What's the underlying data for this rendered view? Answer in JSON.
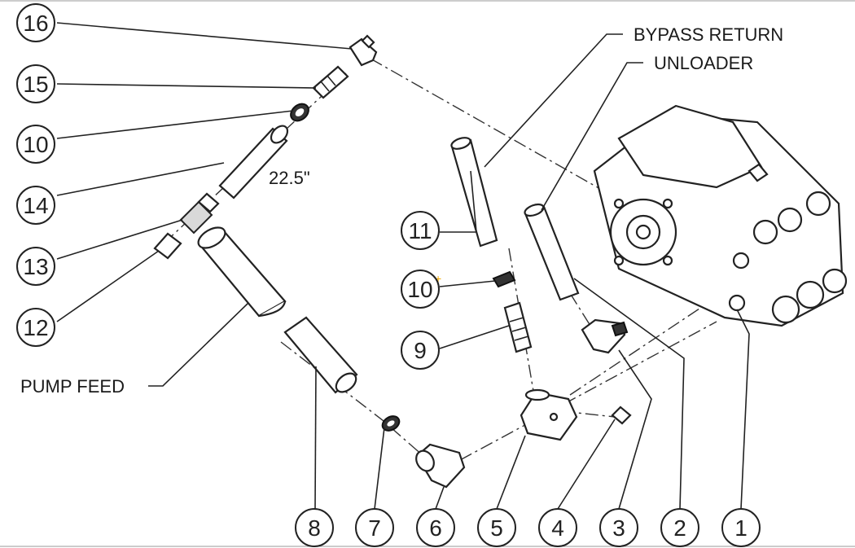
{
  "callouts": [
    "16",
    "15",
    "10",
    "14",
    "13",
    "12",
    "11",
    "10",
    "9",
    "8",
    "7",
    "6",
    "5",
    "4",
    "3",
    "2",
    "1"
  ],
  "labels": {
    "bypass_return": "BYPASS RETURN",
    "unloader": "UNLOADER",
    "pump_feed": "PUMP FEED",
    "hose_length": "22.5\""
  },
  "colors": {
    "line": "#222222",
    "marker": "#f2a900",
    "background": "#ffffff"
  }
}
